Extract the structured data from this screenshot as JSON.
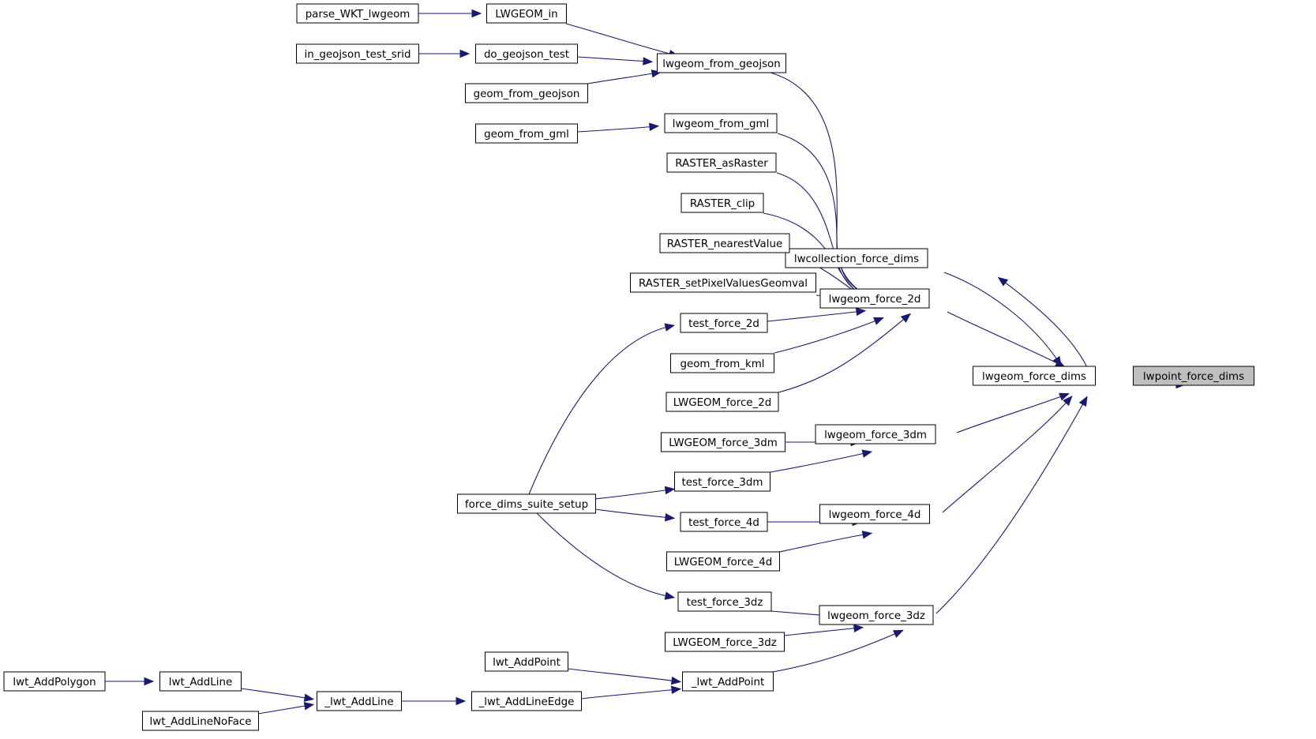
{
  "graph": {
    "nodes": [
      {
        "id": "root",
        "label": "lwpoint_force_dims",
        "highlighted": true
      },
      {
        "id": "lwgeom_force_dims",
        "label": "lwgeom_force_dims"
      },
      {
        "id": "lwcollection_force_dims",
        "label": "lwcollection_force_dims"
      },
      {
        "id": "lwgeom_force_2d",
        "label": "lwgeom_force_2d"
      },
      {
        "id": "lwgeom_force_3dm",
        "label": "lwgeom_force_3dm"
      },
      {
        "id": "lwgeom_force_4d",
        "label": "lwgeom_force_4d"
      },
      {
        "id": "lwgeom_force_3dz",
        "label": "lwgeom_force_3dz"
      },
      {
        "id": "lwgeom_from_geojson",
        "label": "lwgeom_from_geojson"
      },
      {
        "id": "lwgeom_from_gml",
        "label": "lwgeom_from_gml"
      },
      {
        "id": "RASTER_asRaster",
        "label": "RASTER_asRaster"
      },
      {
        "id": "RASTER_clip",
        "label": "RASTER_clip"
      },
      {
        "id": "RASTER_nearestValue",
        "label": "RASTER_nearestValue"
      },
      {
        "id": "RASTER_setPixelValuesGeomval",
        "label": "RASTER_setPixelValuesGeomval"
      },
      {
        "id": "test_force_2d",
        "label": "test_force_2d"
      },
      {
        "id": "geom_from_kml",
        "label": "geom_from_kml"
      },
      {
        "id": "LWGEOM_force_2d",
        "label": "LWGEOM_force_2d"
      },
      {
        "id": "LWGEOM_force_3dm",
        "label": "LWGEOM_force_3dm"
      },
      {
        "id": "test_force_3dm",
        "label": "test_force_3dm"
      },
      {
        "id": "test_force_4d",
        "label": "test_force_4d"
      },
      {
        "id": "LWGEOM_force_4d",
        "label": "LWGEOM_force_4d"
      },
      {
        "id": "test_force_3dz",
        "label": "test_force_3dz"
      },
      {
        "id": "LWGEOM_force_3dz",
        "label": "LWGEOM_force_3dz"
      },
      {
        "id": "_lwt_AddPoint",
        "label": "_lwt_AddPoint"
      },
      {
        "id": "lwt_AddPoint",
        "label": "lwt_AddPoint"
      },
      {
        "id": "_lwt_AddLineEdge",
        "label": "_lwt_AddLineEdge"
      },
      {
        "id": "_lwt_AddLine",
        "label": "_lwt_AddLine"
      },
      {
        "id": "lwt_AddLine",
        "label": "lwt_AddLine"
      },
      {
        "id": "lwt_AddLineNoFace",
        "label": "lwt_AddLineNoFace"
      },
      {
        "id": "lwt_AddPolygon",
        "label": "lwt_AddPolygon"
      },
      {
        "id": "LWGEOM_in",
        "label": "LWGEOM_in"
      },
      {
        "id": "parse_WKT_lwgeom",
        "label": "parse_WKT_lwgeom"
      },
      {
        "id": "do_geojson_test",
        "label": "do_geojson_test"
      },
      {
        "id": "in_geojson_test_srid",
        "label": "in_geojson_test_srid"
      },
      {
        "id": "geom_from_geojson",
        "label": "geom_from_geojson"
      },
      {
        "id": "geom_from_gml",
        "label": "geom_from_gml"
      },
      {
        "id": "force_dims_suite_setup",
        "label": "force_dims_suite_setup"
      }
    ],
    "edges": [
      {
        "from": "lwgeom_force_dims",
        "to": "root"
      },
      {
        "from": "lwcollection_force_dims",
        "to": "lwgeom_force_dims"
      },
      {
        "from": "lwgeom_force_dims",
        "to": "lwcollection_force_dims"
      },
      {
        "from": "lwgeom_force_2d",
        "to": "lwgeom_force_dims"
      },
      {
        "from": "lwgeom_force_3dm",
        "to": "lwgeom_force_dims"
      },
      {
        "from": "lwgeom_force_4d",
        "to": "lwgeom_force_dims"
      },
      {
        "from": "lwgeom_force_3dz",
        "to": "lwgeom_force_dims"
      },
      {
        "from": "lwgeom_from_geojson",
        "to": "lwgeom_force_2d"
      },
      {
        "from": "lwgeom_from_gml",
        "to": "lwgeom_force_2d"
      },
      {
        "from": "RASTER_asRaster",
        "to": "lwgeom_force_2d"
      },
      {
        "from": "RASTER_clip",
        "to": "lwgeom_force_2d"
      },
      {
        "from": "RASTER_nearestValue",
        "to": "lwgeom_force_2d"
      },
      {
        "from": "RASTER_setPixelValuesGeomval",
        "to": "lwgeom_force_2d"
      },
      {
        "from": "test_force_2d",
        "to": "lwgeom_force_2d"
      },
      {
        "from": "geom_from_kml",
        "to": "lwgeom_force_2d"
      },
      {
        "from": "LWGEOM_force_2d",
        "to": "lwgeom_force_2d"
      },
      {
        "from": "LWGEOM_force_3dm",
        "to": "lwgeom_force_3dm"
      },
      {
        "from": "test_force_3dm",
        "to": "lwgeom_force_3dm"
      },
      {
        "from": "test_force_4d",
        "to": "lwgeom_force_4d"
      },
      {
        "from": "LWGEOM_force_4d",
        "to": "lwgeom_force_4d"
      },
      {
        "from": "test_force_3dz",
        "to": "lwgeom_force_3dz"
      },
      {
        "from": "LWGEOM_force_3dz",
        "to": "lwgeom_force_3dz"
      },
      {
        "from": "_lwt_AddPoint",
        "to": "lwgeom_force_3dz"
      },
      {
        "from": "lwt_AddPoint",
        "to": "_lwt_AddPoint"
      },
      {
        "from": "_lwt_AddLineEdge",
        "to": "_lwt_AddPoint"
      },
      {
        "from": "_lwt_AddLine",
        "to": "_lwt_AddLineEdge"
      },
      {
        "from": "lwt_AddLine",
        "to": "_lwt_AddLine"
      },
      {
        "from": "lwt_AddLineNoFace",
        "to": "_lwt_AddLine"
      },
      {
        "from": "lwt_AddPolygon",
        "to": "lwt_AddLine"
      },
      {
        "from": "LWGEOM_in",
        "to": "lwgeom_from_geojson"
      },
      {
        "from": "parse_WKT_lwgeom",
        "to": "LWGEOM_in"
      },
      {
        "from": "do_geojson_test",
        "to": "lwgeom_from_geojson"
      },
      {
        "from": "in_geojson_test_srid",
        "to": "do_geojson_test"
      },
      {
        "from": "geom_from_geojson",
        "to": "lwgeom_from_geojson"
      },
      {
        "from": "geom_from_gml",
        "to": "lwgeom_from_gml"
      },
      {
        "from": "force_dims_suite_setup",
        "to": "test_force_2d"
      },
      {
        "from": "force_dims_suite_setup",
        "to": "test_force_3dm"
      },
      {
        "from": "force_dims_suite_setup",
        "to": "test_force_4d"
      },
      {
        "from": "force_dims_suite_setup",
        "to": "test_force_3dz"
      }
    ],
    "colors": {
      "edge": "#191970",
      "highlight_fill": "#bfbfbf",
      "node_border": "#000000"
    }
  }
}
